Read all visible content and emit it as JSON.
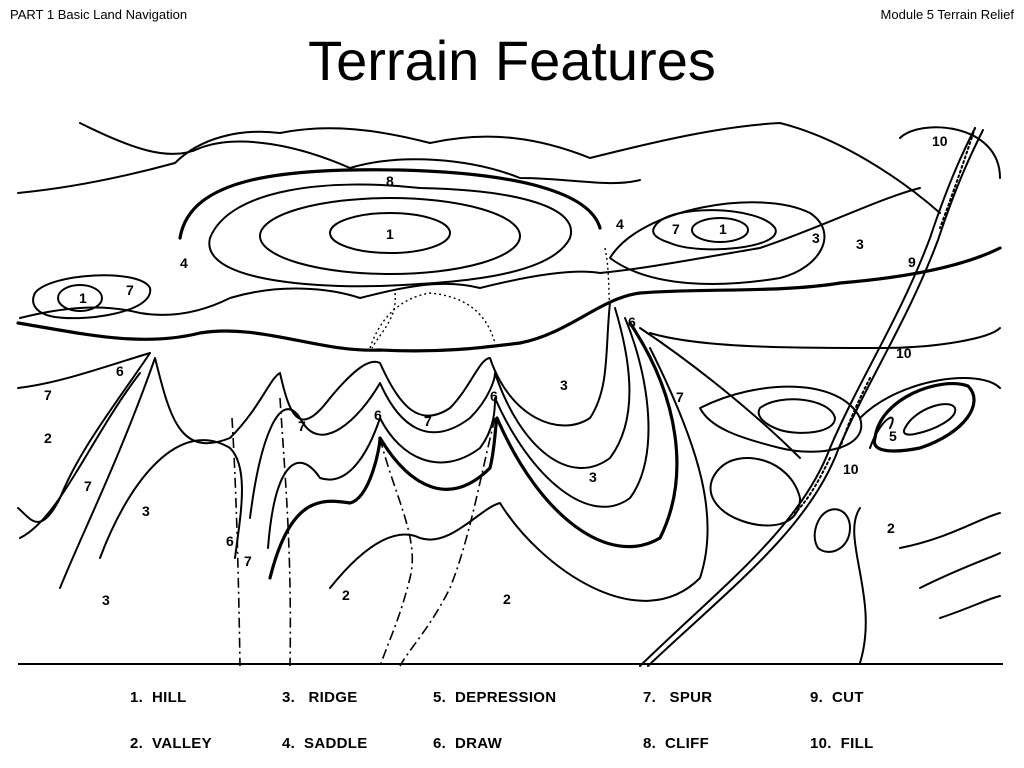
{
  "header": {
    "left": "PART 1  Basic Land Navigation",
    "right": "Module 5 Terrain Relief"
  },
  "title": "Terrain Features",
  "map_labels": [
    {
      "id": "hill-1",
      "text": "1"
    },
    {
      "id": "hill-2",
      "text": "1"
    },
    {
      "id": "hill-3",
      "text": "1"
    },
    {
      "id": "cliff",
      "text": "8"
    },
    {
      "id": "saddle-a",
      "text": "4"
    },
    {
      "id": "saddle-b",
      "text": "4"
    },
    {
      "id": "spur-a",
      "text": "7"
    },
    {
      "id": "spur-b",
      "text": "7"
    },
    {
      "id": "spur-c",
      "text": "7"
    },
    {
      "id": "spur-d",
      "text": "7"
    },
    {
      "id": "spur-e",
      "text": "7"
    },
    {
      "id": "spur-f",
      "text": "7"
    },
    {
      "id": "spur-g",
      "text": "7"
    },
    {
      "id": "spur-h",
      "text": "7"
    },
    {
      "id": "ridge-a",
      "text": "3"
    },
    {
      "id": "ridge-b",
      "text": "3"
    },
    {
      "id": "ridge-c",
      "text": "3"
    },
    {
      "id": "ridge-d",
      "text": "3"
    },
    {
      "id": "ridge-e",
      "text": "3"
    },
    {
      "id": "ridge-f",
      "text": "3"
    },
    {
      "id": "draw-a",
      "text": "6"
    },
    {
      "id": "draw-b",
      "text": "6"
    },
    {
      "id": "draw-c",
      "text": "6"
    },
    {
      "id": "draw-d",
      "text": "6"
    },
    {
      "id": "draw-e",
      "text": "6"
    },
    {
      "id": "valley-a",
      "text": "2"
    },
    {
      "id": "valley-b",
      "text": "2"
    },
    {
      "id": "valley-c",
      "text": "2"
    },
    {
      "id": "valley-d",
      "text": "2"
    },
    {
      "id": "fill-a",
      "text": "10"
    },
    {
      "id": "fill-b",
      "text": "10"
    },
    {
      "id": "fill-c",
      "text": "10"
    },
    {
      "id": "cut",
      "text": "9"
    },
    {
      "id": "depression",
      "text": "5"
    }
  ],
  "legend": [
    {
      "text": "1.  HILL"
    },
    {
      "text": "2.  VALLEY"
    },
    {
      "text": "3.   RIDGE"
    },
    {
      "text": "4.  SADDLE"
    },
    {
      "text": "5.  DEPRESSION"
    },
    {
      "text": "6.  DRAW"
    },
    {
      "text": "7.   SPUR"
    },
    {
      "text": "8.  CLIFF"
    },
    {
      "text": "9.  CUT"
    },
    {
      "text": "10.  FILL"
    }
  ]
}
